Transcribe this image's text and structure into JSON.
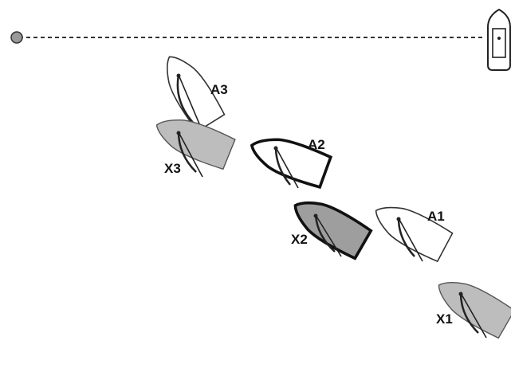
{
  "diagram": {
    "start_line": {
      "style": "dashed",
      "pin_end_mark": "buoy-circle",
      "committee_end_mark": "committee-boat"
    },
    "colors": {
      "outline": "#1a1a1a",
      "hull_white": "#ffffff",
      "hull_gray": "#bdbdbd",
      "hull_dark": "#9e9e9e",
      "buoy": "#999999",
      "line": "#333333"
    },
    "boats": [
      {
        "id": "A3",
        "label": "A3",
        "fill": "white"
      },
      {
        "id": "X3",
        "label": "X3",
        "fill": "gray"
      },
      {
        "id": "A2",
        "label": "A2",
        "fill": "white-bold"
      },
      {
        "id": "X2",
        "label": "X2",
        "fill": "dark-bold"
      },
      {
        "id": "A1",
        "label": "A1",
        "fill": "white"
      },
      {
        "id": "X1",
        "label": "X1",
        "fill": "gray"
      }
    ]
  }
}
